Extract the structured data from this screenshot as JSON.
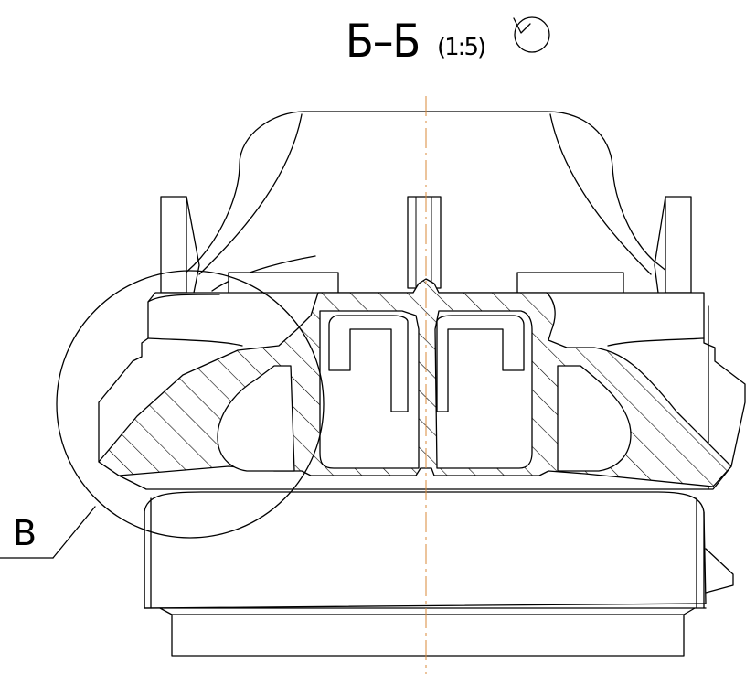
{
  "view": {
    "section_name": "Б–Б",
    "scale": "(1:5)",
    "detail_label": "В"
  },
  "colors": {
    "line": "#000000",
    "axis": "#d98a3a",
    "background": "#ffffff"
  },
  "icons": {
    "rotation": "rotated-view-icon"
  }
}
